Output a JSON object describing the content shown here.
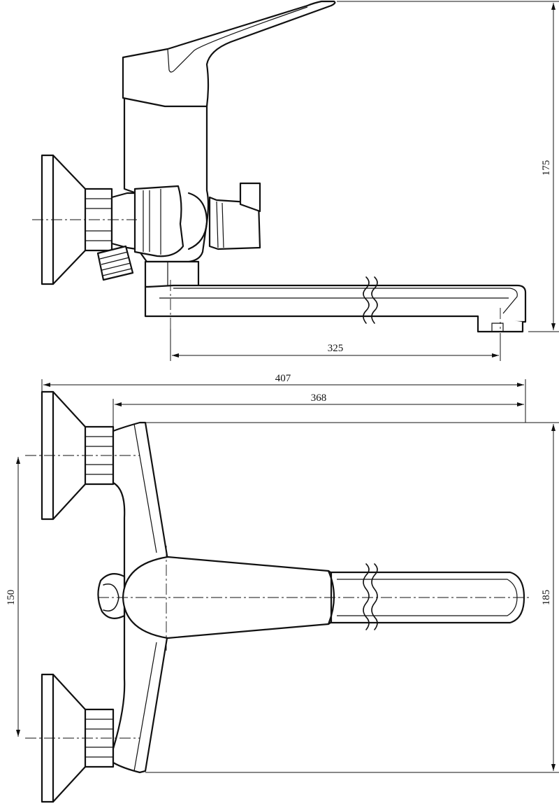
{
  "dimensions": {
    "spout_reach": "325",
    "overall_width": "407",
    "body_width": "368",
    "height": "175",
    "center_distance": "150",
    "depth": "185"
  }
}
